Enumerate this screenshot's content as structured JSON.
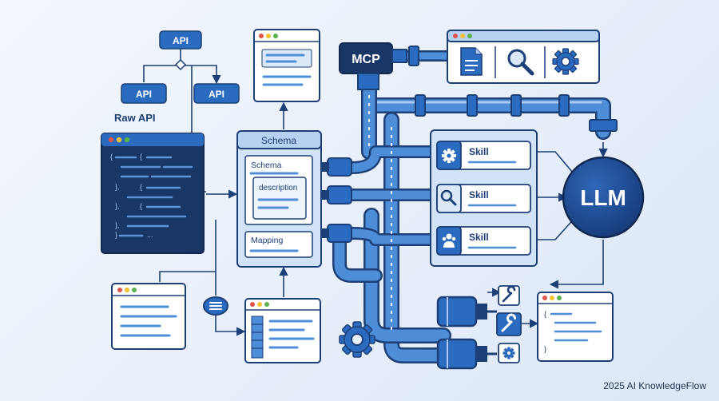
{
  "labels": {
    "api_top": "API",
    "api_left": "API",
    "api_right": "API",
    "raw_api": "Raw API",
    "schema_header": "Schema",
    "schema_inner": "Schema",
    "description": "description",
    "mapping": "Mapping",
    "mcp": "MCP",
    "skills": [
      "Skill",
      "Skill",
      "Skill"
    ],
    "llm": "LLM",
    "footer": "2025 AI KnowledgeFlow"
  },
  "code_glyphs": {
    "raw": [
      "{",
      "{",
      "},",
      "{",
      "},",
      "{",
      "},",
      "}",
      "..."
    ],
    "right": [
      "{",
      "}"
    ]
  },
  "colors": {
    "navy": "#1d3f77",
    "mid": "#2a6bbf",
    "pipe": "#4e8ed8",
    "pipe_light": "#a9cbf1",
    "panel": "#dbe8f8",
    "white": "#ffffff",
    "dot_red": "#e0524a",
    "dot_yellow": "#f1c232",
    "dot_green": "#5bb24a"
  },
  "icons": [
    "document-icon",
    "search-icon",
    "gear-icon",
    "wrench-icon",
    "people-icon"
  ]
}
